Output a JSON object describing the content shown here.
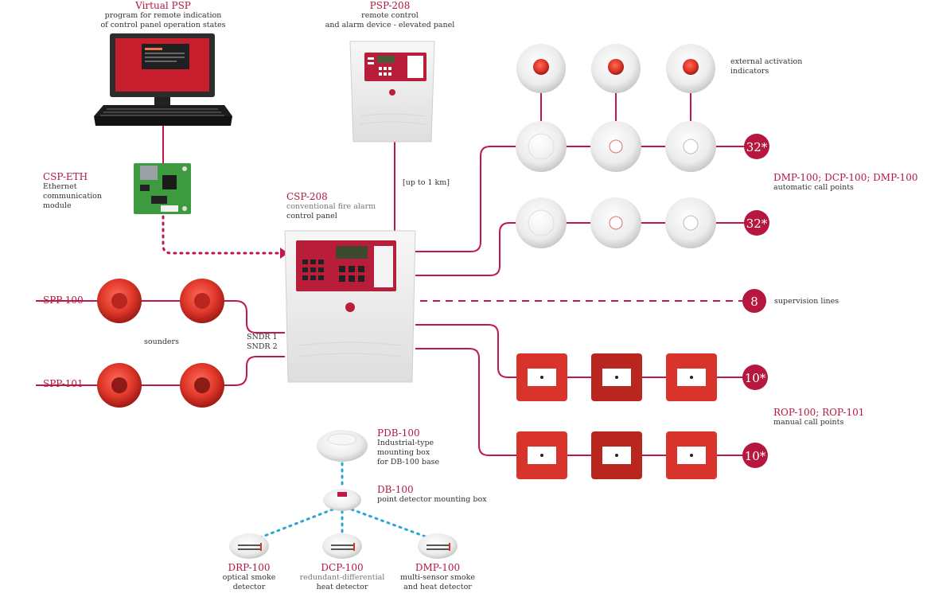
{
  "colors": {
    "accent": "#b5173f",
    "wire": "#c1184a",
    "dotted_blue": "#2aa6d6",
    "device_red": "#d9342b",
    "panel_grey": "#e9e9e9"
  },
  "virtual_psp": {
    "title": "Virtual PSP",
    "desc1": "program for remote indication",
    "desc2": "of control panel operation states"
  },
  "psp208": {
    "title": "PSP-208",
    "desc1": "remote control",
    "desc2": "and alarm device - elevated panel"
  },
  "csp_eth": {
    "title": "CSP-ETH",
    "desc1": "Ethernet",
    "desc2": "communication",
    "desc3": "module"
  },
  "csp208": {
    "title": "CSP-208",
    "desc1": "conventional fire alarm",
    "desc2": "control panel"
  },
  "link_distance": "[up to 1 km]",
  "activation": {
    "desc1": "external activation",
    "desc2": "indicators"
  },
  "dmp": {
    "title": "DMP-100; DCP-100; DMP-100",
    "desc": "automatic call points",
    "badge1": "32*",
    "badge2": "32*"
  },
  "supervision": {
    "badge": "8",
    "desc": "supervision lines"
  },
  "rop": {
    "title": "ROP-100; ROP-101",
    "desc": "manual call points",
    "badge1": "10*",
    "badge2": "10*"
  },
  "sounders": {
    "spp100": "SPP-100",
    "spp101": "SPP-101",
    "label": "sounders",
    "sndr1": "SNDR 1",
    "sndr2": "SNDR 2"
  },
  "pdb": {
    "title": "PDB-100",
    "desc1": "Industrial-type",
    "desc2": "mounting box",
    "desc3": "for DB-100 base"
  },
  "db": {
    "title": "DB-100",
    "desc": "point detector mounting box"
  },
  "drp": {
    "title": "DRP-100",
    "desc1": "optical smoke",
    "desc2": "detector"
  },
  "dcp": {
    "title": "DCP-100",
    "desc1": "redundant-differential",
    "desc2": "heat detector"
  },
  "dmp100": {
    "title": "DMP-100",
    "desc1": "multi-sensor smoke",
    "desc2": "and heat detector"
  }
}
